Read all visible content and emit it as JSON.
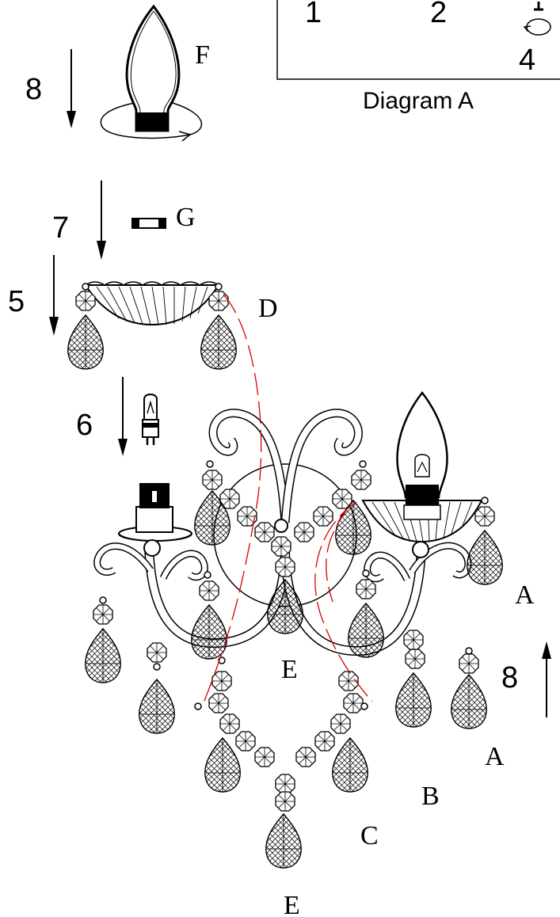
{
  "diagram_a": {
    "steps": [
      "1",
      "2",
      "4"
    ],
    "caption": "Diagram A"
  },
  "step_numbers": {
    "bulb_top": "8",
    "fuse": "7",
    "bobeche": "5",
    "halogen": "6",
    "crystal_right": "8"
  },
  "part_labels": {
    "bulb_cover": "F",
    "fuse": "G",
    "bobeche": "D",
    "arm_crystal": "A",
    "loose_crystal": "A",
    "chain_right": "B",
    "chain_center": "C",
    "center_drop": "E",
    "bottom_drop": "E"
  },
  "colors": {
    "line": "#000000",
    "guide": "#d40000"
  }
}
